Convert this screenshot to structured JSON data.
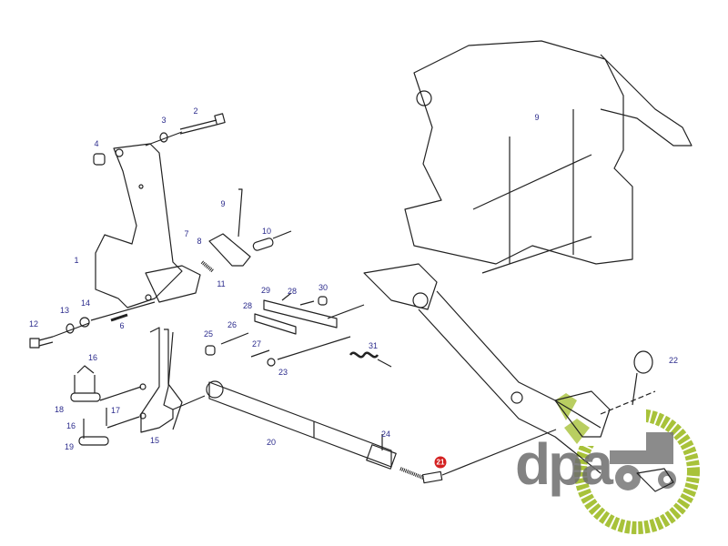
{
  "diagram": {
    "title": "Lower link / lift assembly exploded parts diagram",
    "callouts": [
      "1",
      "2",
      "3",
      "4",
      "6",
      "7",
      "8",
      "9",
      "10",
      "11",
      "12",
      "13",
      "14",
      "15",
      "16",
      "16",
      "17",
      "18",
      "19",
      "20",
      "21",
      "22",
      "23",
      "24",
      "25",
      "26",
      "27",
      "28",
      "28",
      "29",
      "30",
      "31",
      "9"
    ],
    "highlighted_callout": "21",
    "highlight_color": "#d42020",
    "callout_color": "#2b2b8c"
  },
  "watermark": {
    "text": "dpa",
    "ring_color": "#a8c23a",
    "text_color": "#6d6d6d"
  }
}
